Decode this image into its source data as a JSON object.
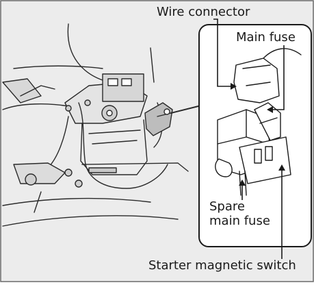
{
  "labels": {
    "wire_connector": "Wire connector",
    "main_fuse": "Main fuse",
    "spare_main_fuse_line1": "Spare",
    "spare_main_fuse_line2": "main fuse",
    "starter_magnetic_switch": "Starter magnetic switch"
  },
  "colors": {
    "background": "#ececec",
    "inset": "#ffffff",
    "line": "#1a1a1a"
  }
}
